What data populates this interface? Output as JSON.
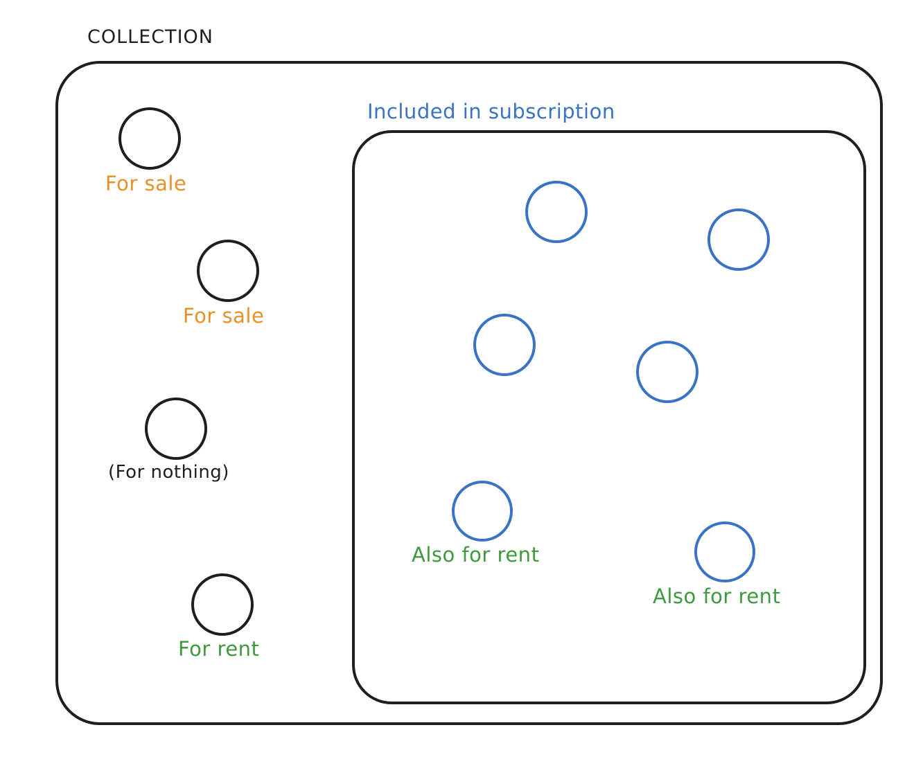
{
  "colors": {
    "stroke": "#1e1e1e",
    "sale": "#e8912a",
    "rent": "#3f9a3f",
    "subscription": "#3a72c4",
    "background": "#ffffff"
  },
  "collection": {
    "title": "COLLECTION"
  },
  "subscription": {
    "title": "Included in subscription"
  },
  "items_outside": [
    {
      "label": "For sale",
      "kind": "sale"
    },
    {
      "label": "For sale",
      "kind": "sale"
    },
    {
      "label": "(For nothing)",
      "kind": "nothing"
    },
    {
      "label": "For rent",
      "kind": "rent"
    }
  ],
  "items_inside": [
    {
      "label": "",
      "kind": "subscription"
    },
    {
      "label": "",
      "kind": "subscription"
    },
    {
      "label": "",
      "kind": "subscription"
    },
    {
      "label": "",
      "kind": "subscription"
    },
    {
      "label": "Also for rent",
      "kind": "subscription-rent"
    },
    {
      "label": "Also for rent",
      "kind": "subscription-rent"
    }
  ]
}
